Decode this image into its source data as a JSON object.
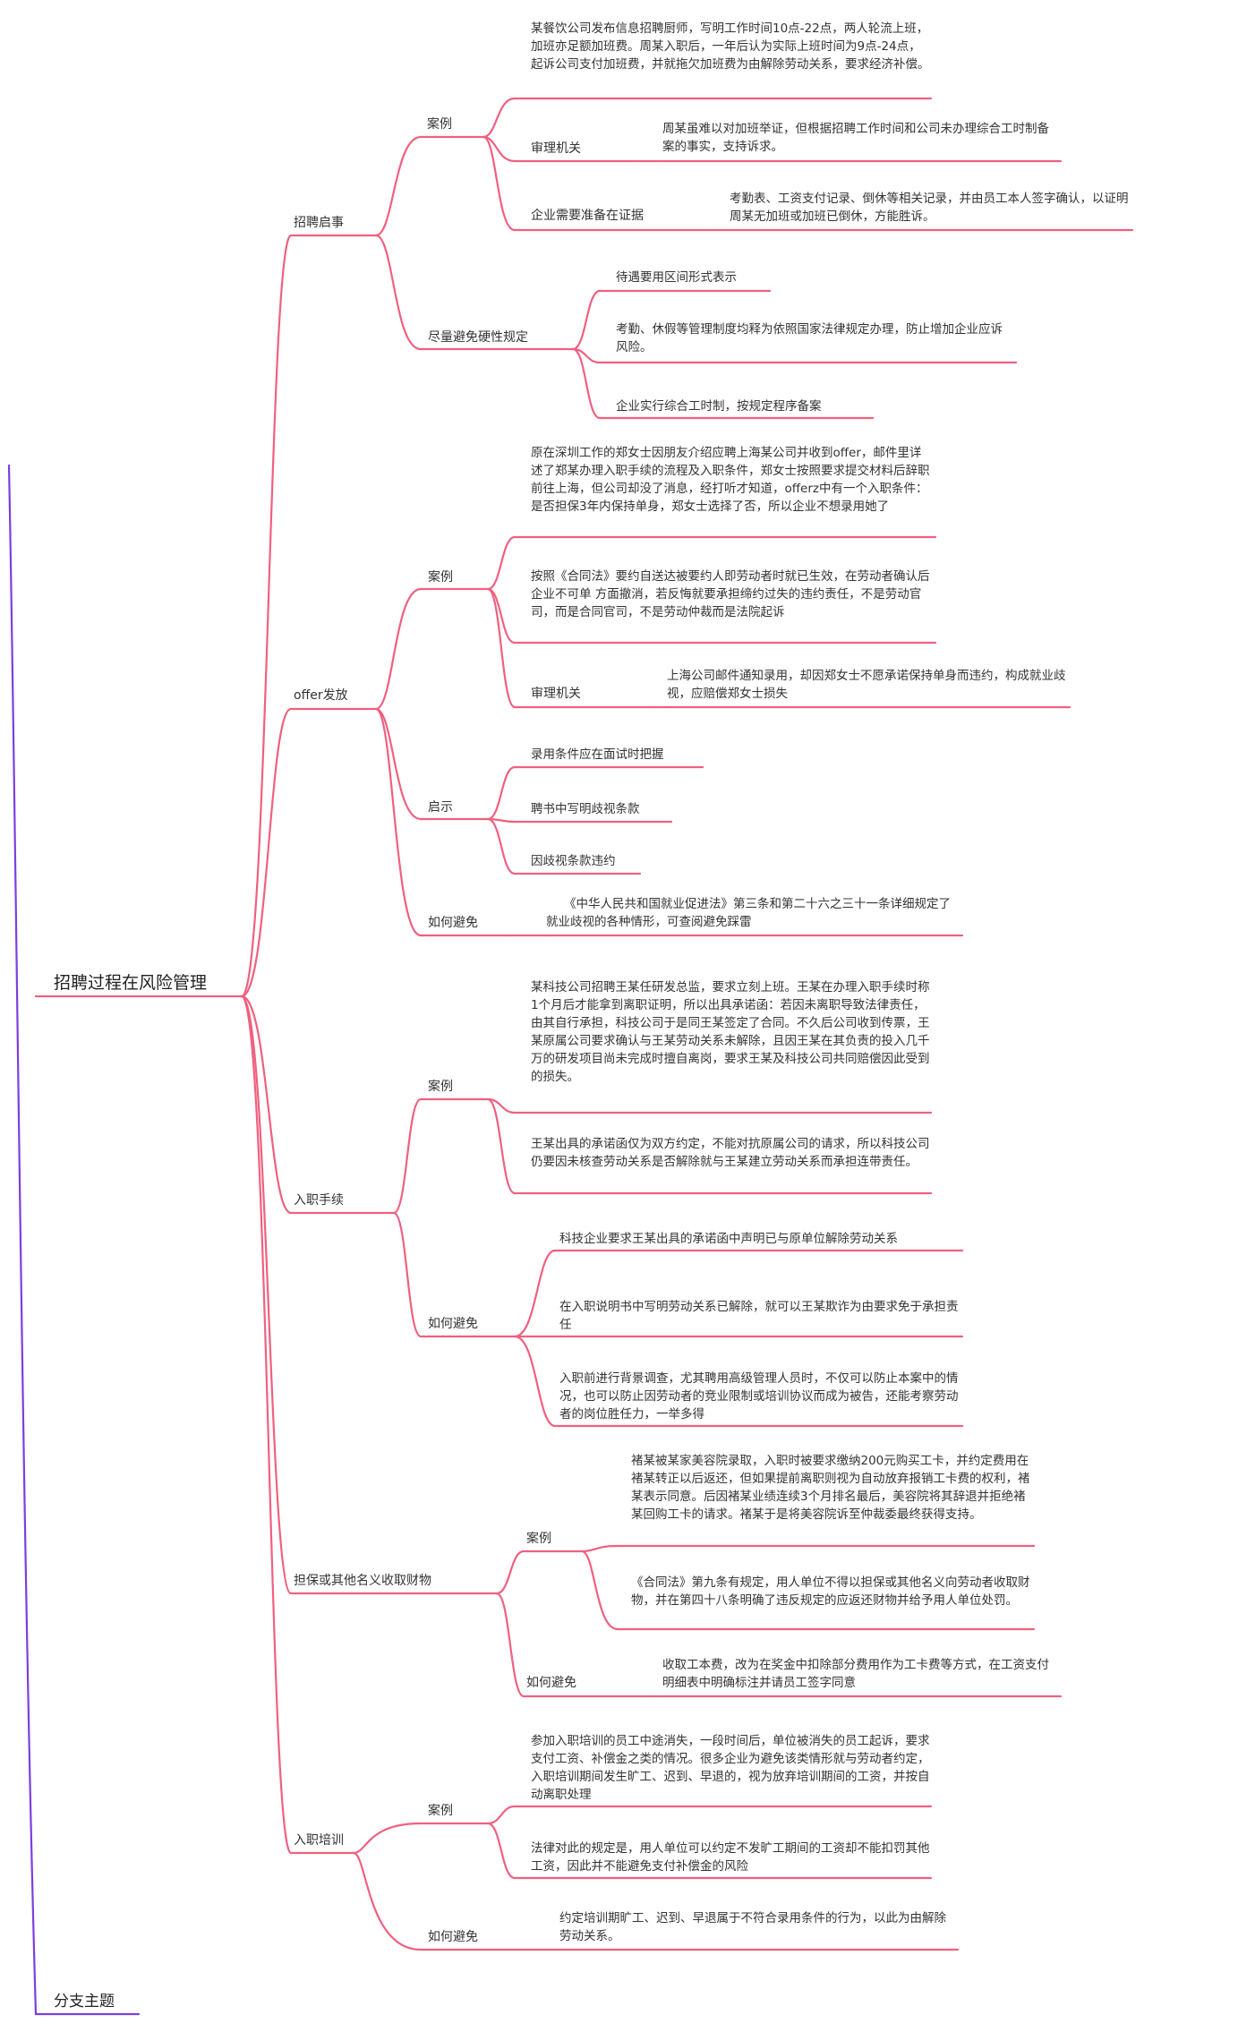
{
  "colors": {
    "line": "#f0607f",
    "branch_line": "#7b3fe0",
    "text": "#333333"
  },
  "root": {
    "label": "招聘过程在风险管理"
  },
  "branch_topic": {
    "label": "分支主题"
  },
  "sections": {
    "s1": {
      "label": "招聘启事",
      "case": {
        "label": "案例",
        "text": "某餐饮公司发布信息招聘厨师，写明工作时间10点-22点，两人轮流上班，加班亦足额加班费。周某入职后，一年后认为实际上班时间为9点-24点，起诉公司支付加班费，并就拖欠加班费为由解除劳动关系，要求经济补偿。",
        "review_label": "审理机关",
        "review_text": "周某虽难以对加班举证，但根据招聘工作时间和公司未办理综合工时制备案的事实，支持诉求。",
        "evidence_label": "企业需要准备在证据",
        "evidence_text": "考勤表、工资支付记录、倒休等相关记录，并由员工本人签字确认，以证明周某无加班或加班已倒休，方能胜诉。"
      },
      "avoid": {
        "label": "尽量避免硬性规定",
        "items": [
          "待遇要用区间形式表示",
          "考勤、休假等管理制度均释为依照国家法律规定办理，防止增加企业应诉风险。",
          "企业实行综合工时制，按规定程序备案"
        ]
      }
    },
    "s2": {
      "label": "offer发放",
      "case": {
        "label": "案例",
        "text1": "原在深圳工作的郑女士因朋友介绍应聘上海某公司并收到offer，邮件里详述了郑某办理入职手续的流程及入职条件，郑女士按照要求提交材料后辞职前往上海，但公司却没了消息，经打听才知道，offerz中有一个入职条件：是否担保3年内保持单身，郑女士选择了否，所以企业不想录用她了",
        "text2": "按照《合同法》要约自送达被要约人即劳动者时就已生效，在劳动者确认后企业不可单 方面撤消，若反悔就要承担缔约过失的违约责任，不是劳动官司，而是合同官司，不是劳动仲裁而是法院起诉",
        "review_label": "审理机关",
        "review_text": "上海公司邮件通知录用，却因郑女士不愿承诺保持单身而违约，构成就业歧视，应赔偿郑女士损失"
      },
      "hint": {
        "label": "启示",
        "items": [
          "录用条件应在面试时把握",
          "聘书中写明歧视条款",
          "因歧视条款违约"
        ]
      },
      "avoid": {
        "label": "如何避免",
        "text": "《中华人民共和国就业促进法》第三条和第二十六之三十一条详细规定了就业歧视的各种情形，可查阅避免踩雷"
      }
    },
    "s3": {
      "label": "入职手续",
      "case": {
        "label": "案例",
        "text1": "某科技公司招聘王某任研发总监，要求立刻上班。王某在办理入职手续时称1个月后才能拿到离职证明，所以出具承诺函：若因未离职导致法律责任，由其自行承担，科技公司于是同王某签定了合同。不久后公司收到传票，王某原属公司要求确认与王某劳动关系未解除，且因王某在其负责的投入几千万的研发项目尚未完成时擅自离岗，要求王某及科技公司共同赔偿因此受到的损失。",
        "text2": "王某出具的承诺函仅为双方约定，不能对抗原属公司的请求，所以科技公司仍要因未核查劳动关系是否解除就与王某建立劳动关系而承担连带责任。"
      },
      "avoid": {
        "label": "如何避免",
        "items": [
          "科技企业要求王某出具的承诺函中声明已与原单位解除劳动关系",
          "在入职说明书中写明劳动关系已解除，就可以王某欺诈为由要求免于承担责任",
          "入职前进行背景调查，尤其聘用高级管理人员时，不仅可以防止本案中的情况，也可以防止因劳动者的竞业限制或培训协议而成为被告，还能考察劳动者的岗位胜任力，一举多得"
        ]
      }
    },
    "s4": {
      "label": "担保或其他名义收取财物",
      "case": {
        "label": "案例",
        "text1": "褚某被某家美容院录取，入职时被要求缴纳200元购买工卡，并约定费用在褚某转正以后返还，但如果提前离职则视为自动放弃报销工卡费的权利，褚某表示同意。后因褚某业绩连续3个月排名最后，美容院将其辞退并拒绝褚某回购工卡的请求。褚某于是将美容院诉至仲裁委最终获得支持。",
        "text2": "《合同法》第九条有规定，用人单位不得以担保或其他名义向劳动者收取财物，并在第四十八条明确了违反规定的应返还财物并给予用人单位处罚。"
      },
      "avoid": {
        "label": "如何避免",
        "text": "收取工本费，改为在奖金中扣除部分费用作为工卡费等方式，在工资支付明细表中明确标注并请员工签字同意"
      }
    },
    "s5": {
      "label": "入职培训",
      "case": {
        "label": "案例",
        "text1": "参加入职培训的员工中途消失，一段时间后，单位被消失的员工起诉，要求支付工资、补偿金之类的情况。很多企业为避免该类情形就与劳动者约定，入职培训期间发生旷工、迟到、早退的，视为放弃培训期间的工资，并按自动离职处理",
        "text2": "法律对此的规定是，用人单位可以约定不发旷工期间的工资却不能扣罚其他工资，因此并不能避免支付补偿金的风险"
      },
      "avoid": {
        "label": "如何避免",
        "text": "约定培训期旷工、迟到、早退属于不符合录用条件的行为，以此为由解除劳动关系。"
      }
    }
  }
}
